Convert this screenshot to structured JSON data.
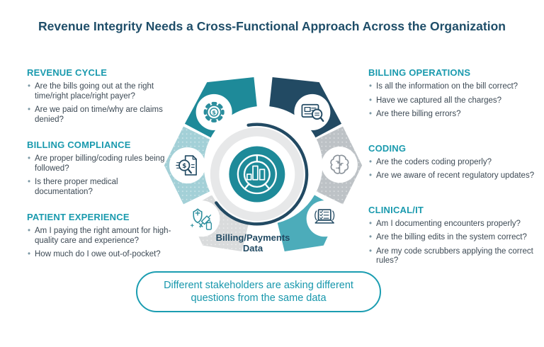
{
  "title": "Revenue Integrity Needs a Cross-Functional Approach Across the Organization",
  "left_sections": [
    {
      "heading": "REVENUE CYCLE",
      "bullets": [
        "Are the bills going out at the right time/right place/right payer?",
        "Are we paid on time/why are claims denied?"
      ]
    },
    {
      "heading": "BILLING COMPLIANCE",
      "bullets": [
        "Are proper billing/coding rules being followed?",
        "Is there proper medical documentation?"
      ]
    },
    {
      "heading": "PATIENT EXPERIENCE",
      "bullets": [
        "Am I paying the right amount for high-quality care and experience?",
        "How much do I owe out-of-pocket?"
      ]
    }
  ],
  "right_sections": [
    {
      "heading": "BILLING OPERATIONS",
      "bullets": [
        "Is all the information on the bill correct?",
        "Have we captured all the charges?",
        "Are there billing errors?"
      ]
    },
    {
      "heading": "CODING",
      "bullets": [
        "Are the coders coding properly?",
        "Are we aware of recent regulatory updates?"
      ]
    },
    {
      "heading": "CLINICAL/IT",
      "bullets": [
        "Am I documenting encounters properly?",
        "Are the billing edits in the system correct?",
        "Are my code scrubbers applying the correct rules?"
      ]
    }
  ],
  "wheel": {
    "center_label": "Billing/Payments Data",
    "center_icon": "donut-bar-chart-icon",
    "dollar_glyph": "$",
    "segments": [
      {
        "name": "revenue-cycle",
        "icon": "gear-dollar-icon",
        "color": "#1E8A99"
      },
      {
        "name": "billing-operations",
        "icon": "form-magnifier-icon",
        "color": "#224A63"
      },
      {
        "name": "coding",
        "icon": "brain-icon",
        "color": "#BDC2C6"
      },
      {
        "name": "clinical-it",
        "icon": "laptop-checklist-icon",
        "color": "#4CACBA"
      },
      {
        "name": "patient-experience",
        "icon": "shield-syringe-icon",
        "color": "#D9DBDC"
      },
      {
        "name": "billing-compliance",
        "icon": "document-dollar-magnifier-icon",
        "color": "#A3D0D7"
      }
    ]
  },
  "callout": {
    "text": "Different stakeholders are asking different questions from the same data"
  },
  "colors": {
    "title_navy": "#1F4E69",
    "heading_teal": "#1A9AAE",
    "body_text": "#3D4A55",
    "callout_teal": "#1797AC",
    "navy": "#224A63",
    "teal_dark": "#1E8A99",
    "teal_medium": "#4CACBA",
    "teal_light": "#A3D0D7",
    "gray_light": "#D9DBDC",
    "gray_medium": "#BDC2C6",
    "ring_gray": "#E7E8E9"
  }
}
